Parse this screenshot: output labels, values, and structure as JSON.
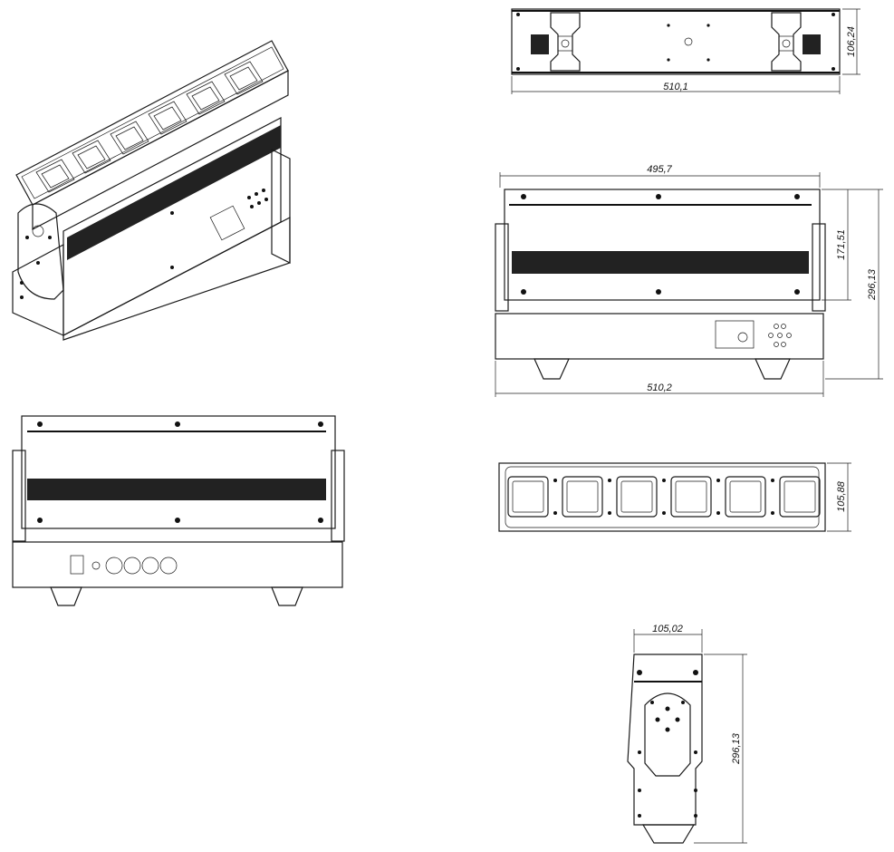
{
  "dimensions": {
    "top_view_width": "510,1",
    "top_view_height": "106,24",
    "front_top_width": "495,7",
    "front_head_height": "171,51",
    "front_total_height": "296,13",
    "front_base_width": "510,2",
    "face_view_height": "105,88",
    "side_view_width": "105,02",
    "side_view_height": "296,13"
  }
}
